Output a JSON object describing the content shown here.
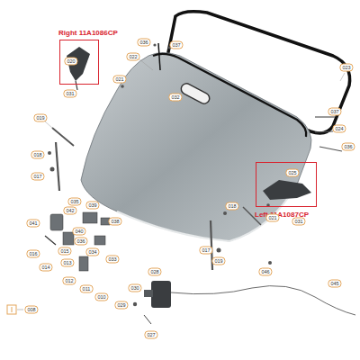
{
  "diagram": {
    "nodes": [
      {
        "text": [
          "Right 11A1086CP",
          "020"
        ]
      },
      {
        "text": [
          "Left 11A1087CP",
          "025"
        ]
      }
    ],
    "labels": [
      "036",
      "037",
      "022",
      "023",
      "021",
      "031",
      "032",
      "037",
      "024",
      "036",
      "019",
      "018",
      "017",
      "021",
      "031",
      "018",
      "017",
      "019",
      "046",
      "045",
      "041",
      "035",
      "039",
      "042",
      "038",
      "040",
      "034",
      "036",
      "016",
      "015",
      "013",
      "014",
      "033",
      "012",
      "011",
      "010",
      "028",
      "030",
      "029",
      "027",
      "008"
    ]
  }
}
